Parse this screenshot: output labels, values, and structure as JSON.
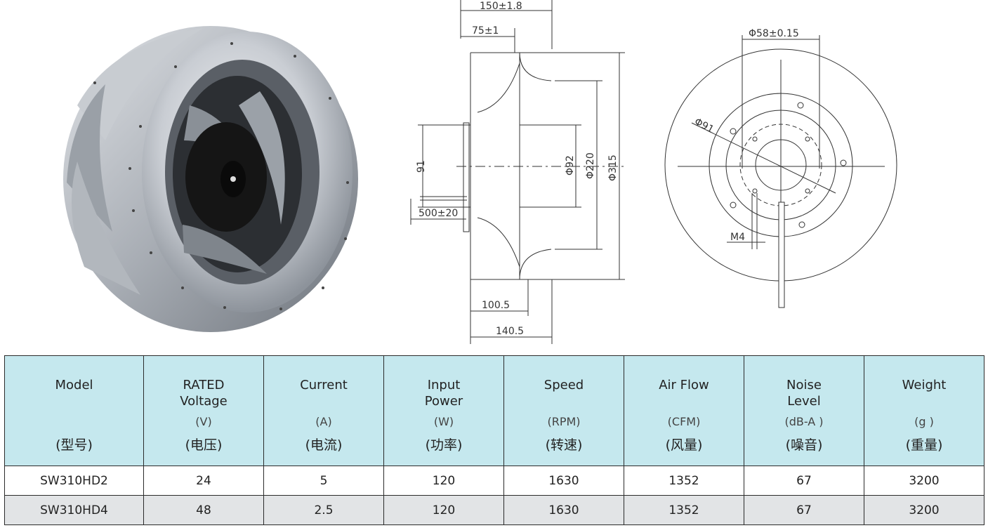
{
  "figure": {
    "side_dims": {
      "overall_width": "150±1.8",
      "half_width": "75±1",
      "d91": "91",
      "lead_length": "500±20",
      "d92": "Φ92",
      "d220": "Φ220",
      "d315": "Φ315",
      "depth1": "100.5",
      "depth2": "140.5"
    },
    "front_dims": {
      "d58": "Φ58±0.15",
      "d91": "Φ91",
      "m4": "M4"
    }
  },
  "table": {
    "headers": [
      {
        "name": "Model",
        "unit": "",
        "zh": "(型号)"
      },
      {
        "name": "RATED\nVoltage",
        "unit": "(V)",
        "zh": "(电压)"
      },
      {
        "name": "Current",
        "unit": "(A)",
        "zh": "(电流)"
      },
      {
        "name": "Input\nPower",
        "unit": "(W)",
        "zh": "(功率)"
      },
      {
        "name": "Speed",
        "unit": "(RPM)",
        "zh": "(转速)"
      },
      {
        "name": "Air Flow",
        "unit": "(CFM)",
        "zh": "(风量)"
      },
      {
        "name": "Noise\nLevel",
        "unit": "(dB-A )",
        "zh": "(噪音)"
      },
      {
        "name": "Weight",
        "unit": "(g )",
        "zh": "(重量)"
      }
    ],
    "rows": [
      [
        "SW310HD2",
        "24",
        "5",
        "120",
        "1630",
        "1352",
        "67",
        "3200"
      ],
      [
        "SW310HD4",
        "48",
        "2.5",
        "120",
        "1630",
        "1352",
        "67",
        "3200"
      ]
    ]
  }
}
